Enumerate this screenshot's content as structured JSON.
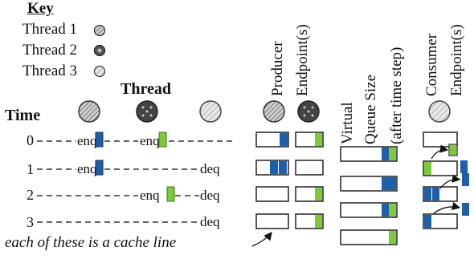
{
  "key": {
    "title": "Key",
    "items": [
      {
        "label": "Thread 1",
        "icon": "hatched-circle-icon"
      },
      {
        "label": "Thread 2",
        "icon": "dotted-dark-circle-icon"
      },
      {
        "label": "Thread 3",
        "icon": "light-hatched-circle-icon"
      }
    ]
  },
  "headers": {
    "thread": "Thread",
    "time": "Time",
    "producer": "Producer",
    "producer_endpoints": "Endpoint(s)",
    "virtual": "Virtual",
    "queue_size": "Queue Size",
    "after_time_step": "(after time step)",
    "consumer": "Consumer",
    "consumer_endpoints": "Endpoint(s)"
  },
  "rows": [
    {
      "time": "0",
      "ops": [
        "enq",
        "enq"
      ]
    },
    {
      "time": "1",
      "ops": [
        "enq",
        "deq"
      ]
    },
    {
      "time": "2",
      "ops": [
        "enq",
        "deq"
      ]
    },
    {
      "time": "3",
      "ops": [
        "deq"
      ]
    }
  ],
  "caption": "each of these is a cache line",
  "colors": {
    "blue": "#1f5fa8",
    "green": "#7ccb3a",
    "line": "#333333"
  }
}
